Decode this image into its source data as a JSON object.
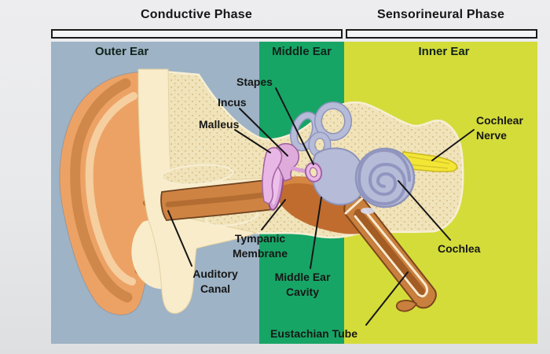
{
  "phases": {
    "conductive": "Conductive Phase",
    "sensorineural": "Sensorineural Phase"
  },
  "regions": {
    "outer": {
      "label": "Outer Ear",
      "color": "#9eb3c5"
    },
    "middle": {
      "label": "Middle Ear",
      "color": "#17a566"
    },
    "inner": {
      "label": "Inner Ear",
      "color": "#d4dc3a"
    }
  },
  "anatomy_labels": {
    "stapes": "Stapes",
    "incus": "Incus",
    "malleus": "Malleus",
    "tympanic_membrane": {
      "line1": "Tympanic",
      "line2": "Membrane"
    },
    "auditory_canal": {
      "line1": "Auditory",
      "line2": "Canal"
    },
    "middle_ear_cavity": {
      "line1": "Middle Ear",
      "line2": "Cavity"
    },
    "eustachian_tube": "Eustachian Tube",
    "cochlear_nerve": {
      "line1": "Cochlear",
      "line2": "Nerve"
    },
    "cochlea": "Cochlea"
  },
  "colors": {
    "background": "#e9eaec",
    "band_outer": "#9eb3c5",
    "band_middle": "#17a566",
    "band_inner": "#d4dc3a",
    "label_text": "#161616",
    "bone": "#f1e3ba",
    "skin": "#eda265",
    "ossicles": "#e9b7e5",
    "labyrinth": "#b6bbd8",
    "nerve": "#f3e635",
    "tube": "#c9803e"
  }
}
